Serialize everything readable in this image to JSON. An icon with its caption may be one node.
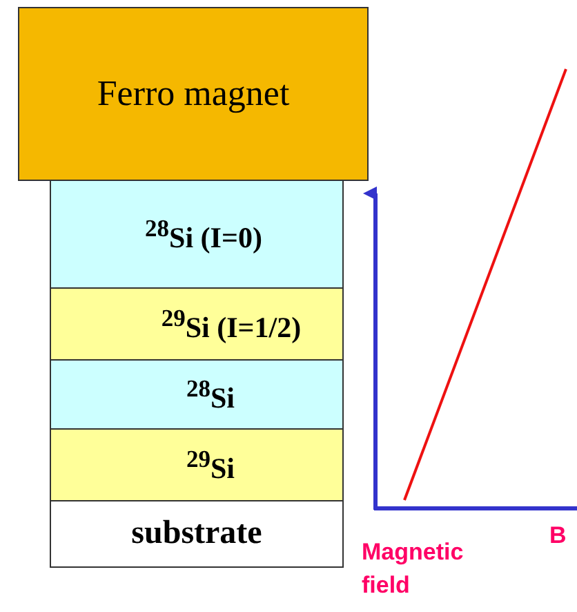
{
  "diagram": {
    "nodes": [
      {
        "text": [
          "Ferro magnet"
        ]
      },
      {
        "text": [
          "$^{28}$Si (I=0)"
        ]
      },
      {
        "text": [
          "$^{29}$Si (I=1/2)"
        ]
      },
      {
        "text": [
          "$^{28}$Si"
        ]
      },
      {
        "text": [
          "$^{29}$Si"
        ]
      },
      {
        "text": [
          "substrate"
        ]
      }
    ],
    "labels": [
      "Magnetic field",
      "B"
    ]
  }
}
